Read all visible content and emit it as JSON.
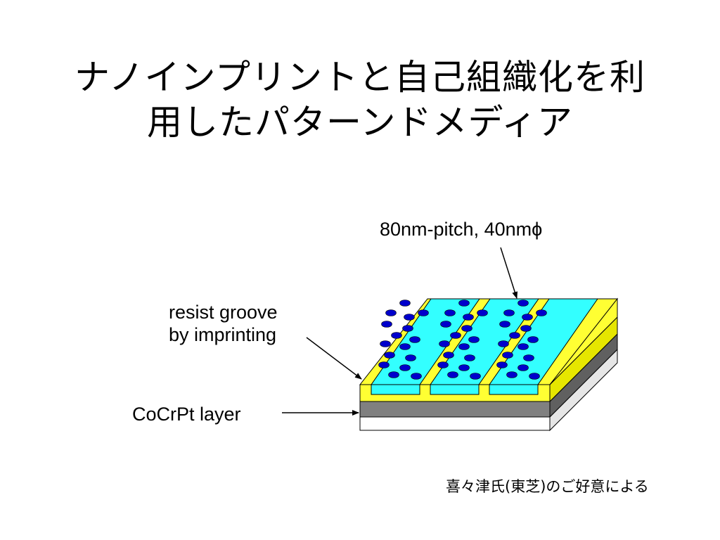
{
  "title": {
    "line1": "ナノインプリントと自己組織化を利",
    "line2": "用したパターンドメディア"
  },
  "labels": {
    "pitch": "80nm-pitch, 40nmϕ",
    "resist_line1": "resist groove",
    "resist_line2": "by imprinting",
    "cocrpt": "CoCrPt layer"
  },
  "credit": "喜々津氏(東芝)のご好意による",
  "colors": {
    "resist": "#ffff33",
    "groove": "#33ffff",
    "dot": "#0000cc",
    "magnetic_layer": "#808080",
    "substrate": "#ffffff"
  }
}
